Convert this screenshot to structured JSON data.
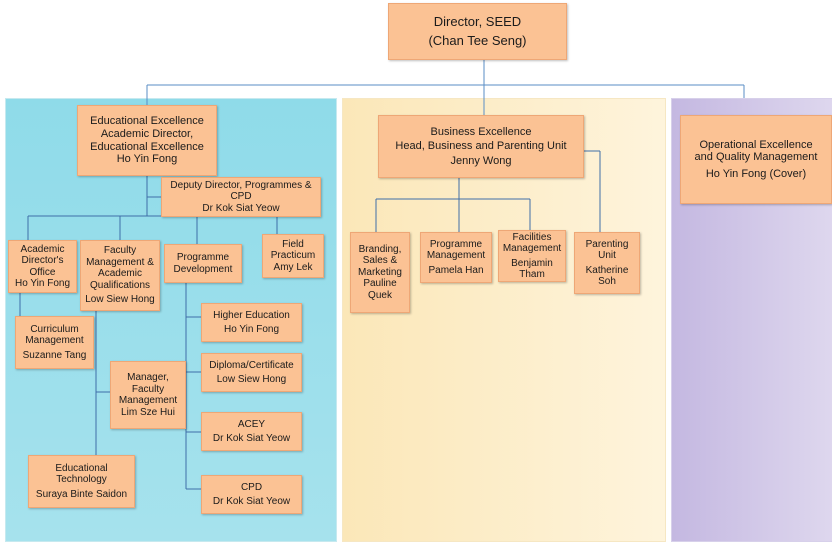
{
  "top": {
    "line1": "Director, SEED",
    "line2": "(Chan Tee Seng)"
  },
  "edu": {
    "head": {
      "line1": "Educational Excellence",
      "line2": "Academic Director,",
      "line3": "Educational Excellence",
      "line4": "Ho Yin Fong"
    },
    "deputy": {
      "line1": "Deputy Director, Programmes &",
      "line2": "CPD",
      "line3": "Dr Kok Siat Yeow"
    },
    "ado": {
      "line1": "Academic",
      "line2": "Director's",
      "line3": "Office",
      "line4": "Ho Yin Fong"
    },
    "fmaq": {
      "line1": "Faculty",
      "line2": "Management &",
      "line3": "Academic",
      "line4": "Qualifications",
      "line5": "Low Siew Hong"
    },
    "progdev": {
      "line1": "Programme",
      "line2": "Development"
    },
    "field": {
      "line1": "Field",
      "line2": "Practicum",
      "line3": "Amy Lek"
    },
    "curr": {
      "line1": "Curriculum",
      "line2": "Management",
      "line3": "Suzanne Tang"
    },
    "mgr": {
      "line1": "Manager,",
      "line2": "Faculty",
      "line3": "Management",
      "line4": "Lim Sze Hui"
    },
    "edtech": {
      "line1": "Educational",
      "line2": "Technology",
      "line3": "Suraya Binte Saidon"
    },
    "higher": {
      "line1": "Higher Education",
      "line2": "Ho Yin Fong"
    },
    "diploma": {
      "line1": "Diploma/Certificate",
      "line2": "Low Siew Hong"
    },
    "acey": {
      "line1": "ACEY",
      "line2": "Dr Kok Siat Yeow"
    },
    "cpd": {
      "line1": "CPD",
      "line2": "Dr Kok Siat Yeow"
    }
  },
  "biz": {
    "head": {
      "line1": "Business Excellence",
      "line2": "Head, Business and Parenting Unit",
      "line3": "Jenny Wong"
    },
    "brand": {
      "line1": "Branding,",
      "line2": "Sales &",
      "line3": "Marketing",
      "line4": "Pauline",
      "line5": "Quek"
    },
    "progmgmt": {
      "line1": "Programme",
      "line2": "Management",
      "line3": "Pamela Han"
    },
    "facilities": {
      "line1": "Facilities",
      "line2": "Management",
      "line3": "Benjamin",
      "line4": "Tham"
    },
    "parenting": {
      "line1": "Parenting",
      "line2": "Unit",
      "line3": "Katherine",
      "line4": "Soh"
    }
  },
  "ops": {
    "head": {
      "line1": "Operational Excellence",
      "line2": "and Quality Management",
      "line3": "Ho Yin Fong (Cover)"
    }
  }
}
